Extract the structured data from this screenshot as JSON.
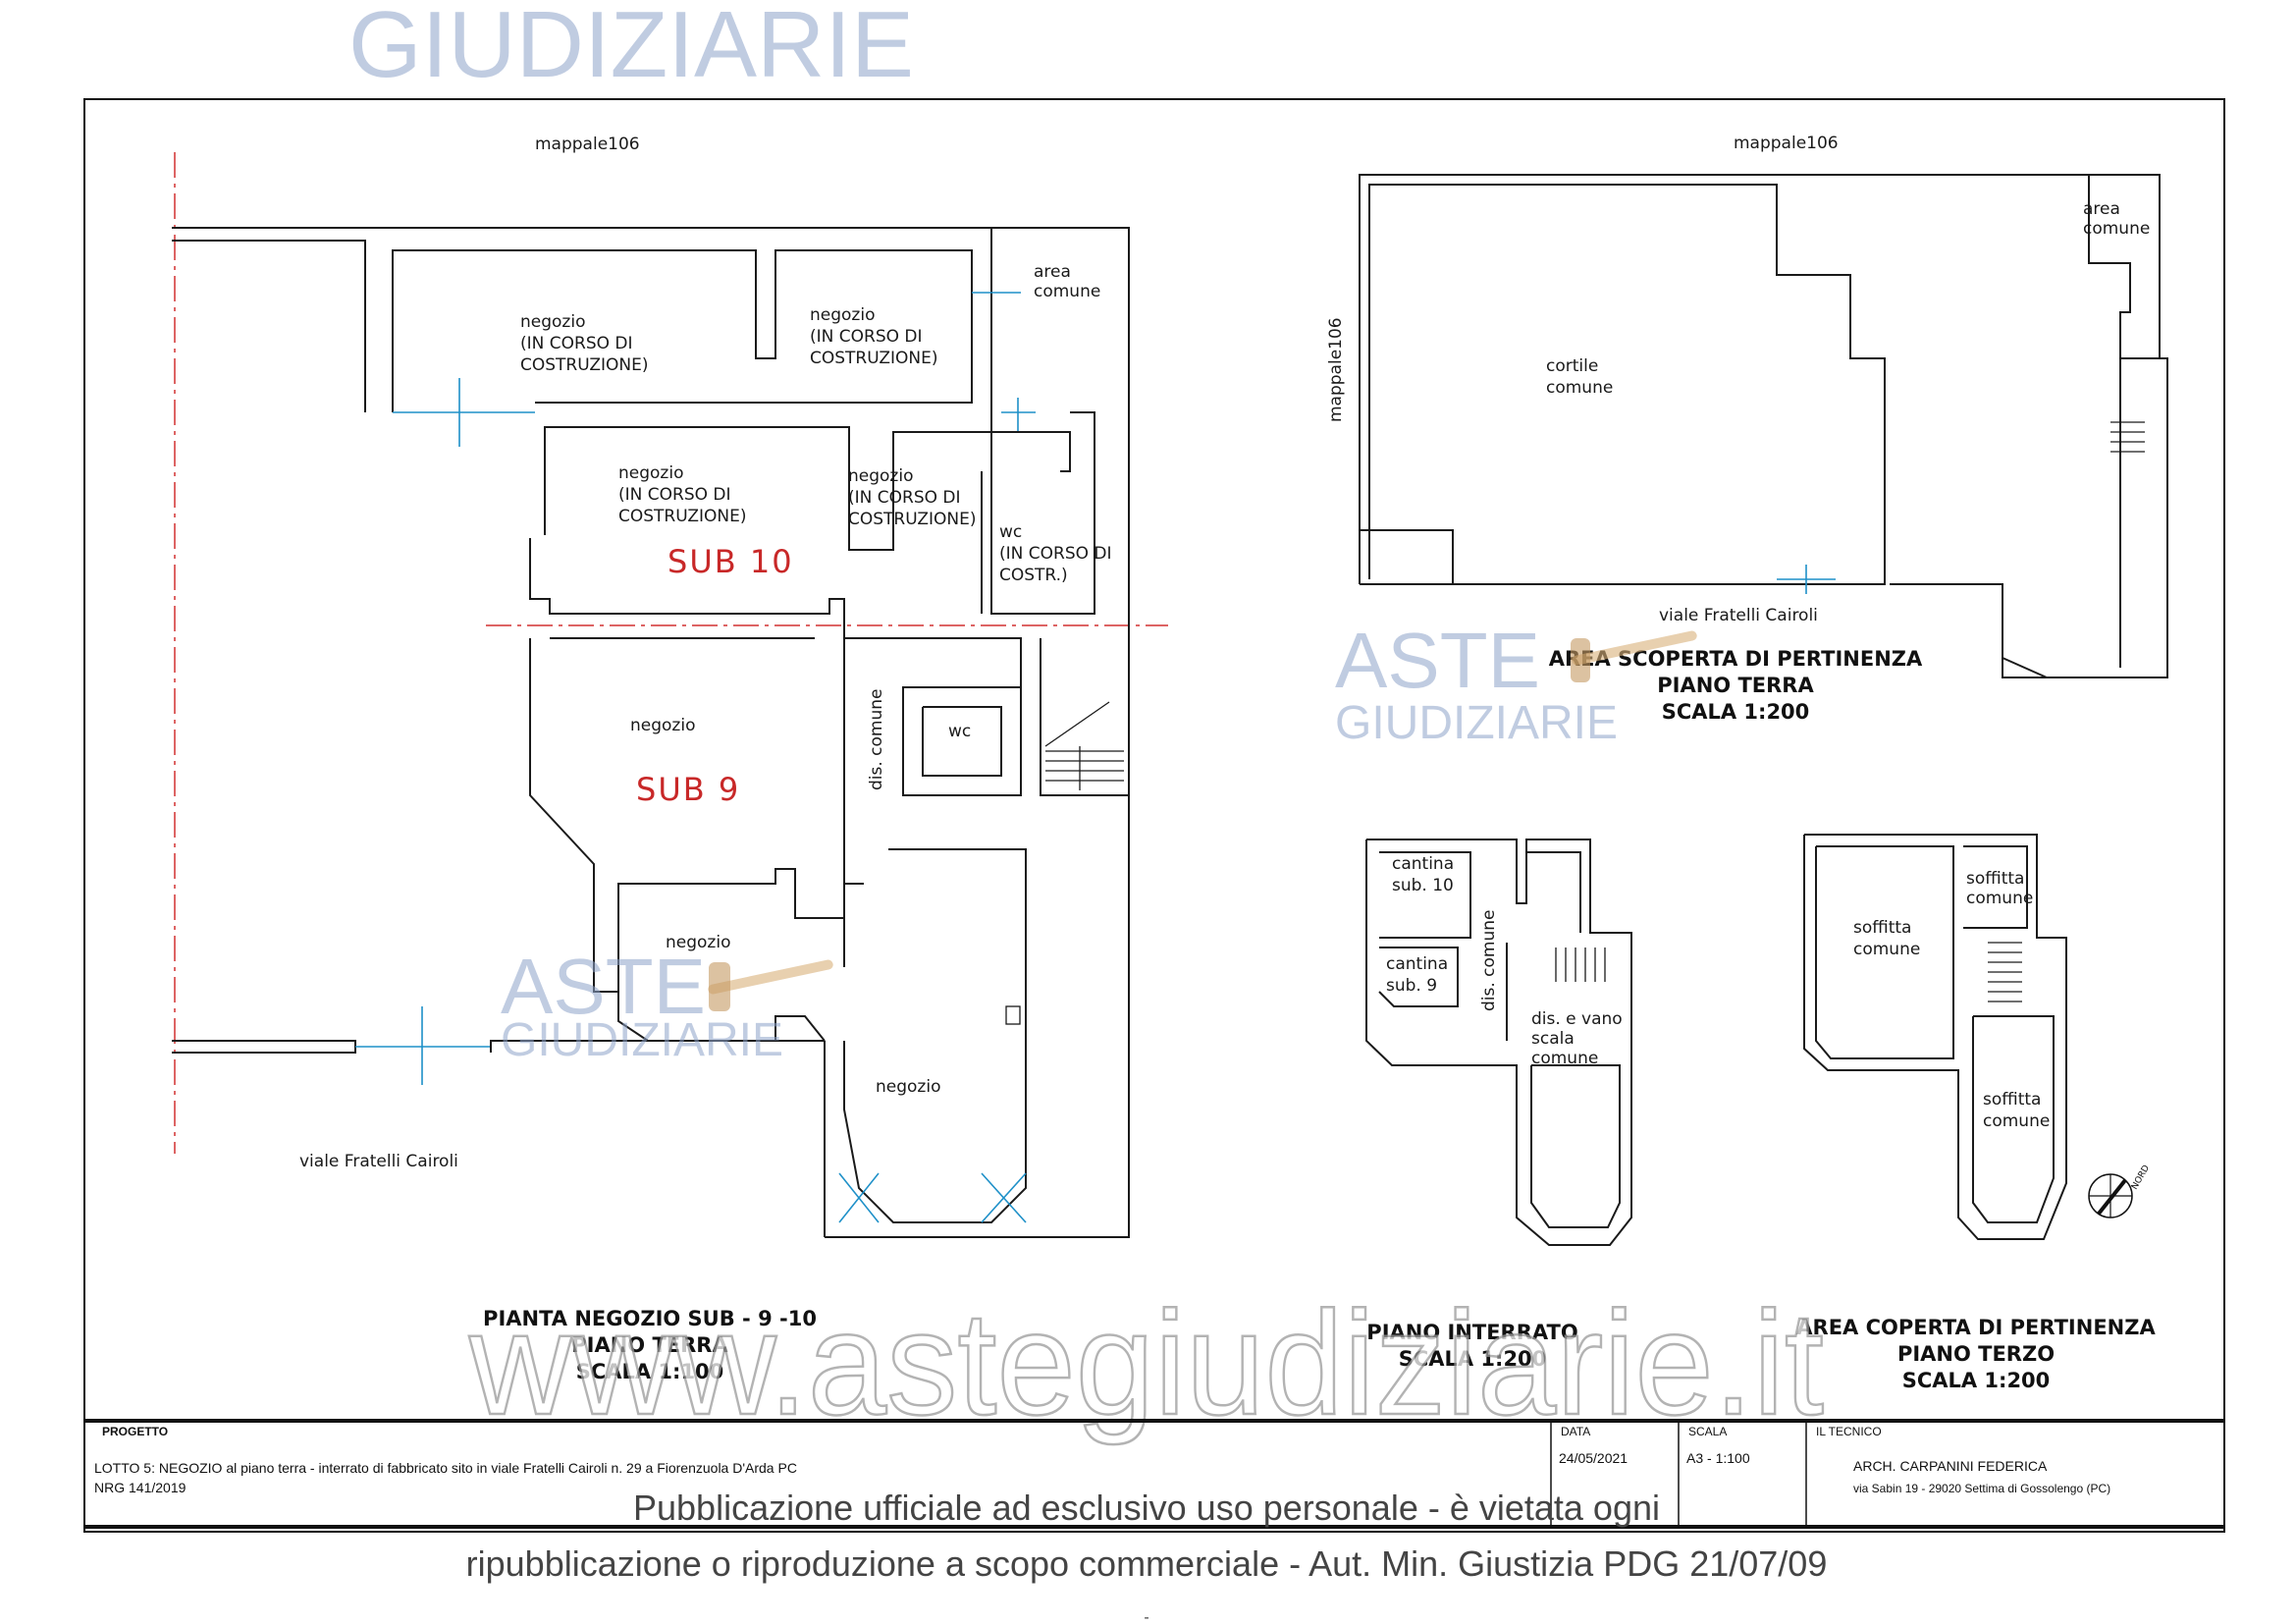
{
  "watermark": {
    "top_logo": "GIUDIZIARIE",
    "logo_aste": "ASTE",
    "logo_giudiziarie": "GIUDIZIARIE",
    "url": "www.astegiudiziarie.it",
    "notice_line1": "Pubblicazione ufficiale ad esclusivo uso personale - è vietata ogni",
    "notice_line2": "ripubblicazione o riproduzione a scopo commerciale - Aut. Min. Giustizia PDG 21/07/09"
  },
  "plan_left": {
    "mappale_top": "mappale106",
    "area_comune": [
      "area",
      "comune"
    ],
    "negozio_a": [
      "negozio",
      "(IN CORSO DI",
      "COSTRUZIONE)"
    ],
    "negozio_b": [
      "negozio",
      "(IN CORSO DI",
      "COSTRUZIONE)"
    ],
    "negozio_c": [
      "negozio",
      "(IN CORSO DI",
      "COSTRUZIONE)"
    ],
    "negozio_d": [
      "negozio",
      "(IN CORSO DI",
      "COSTRUZIONE)"
    ],
    "wc_top": [
      "wc",
      "(IN CORSO DI",
      "COSTR.)"
    ],
    "sub10": "SUB 10",
    "sub9": "SUB 9",
    "negozio_sub9": "negozio",
    "dis_comune": "dis. comune",
    "wc": "wc",
    "negozio_lower": "negozio",
    "negozio_bottom": "negozio",
    "street": "viale Fratelli Cairoli",
    "title": [
      "PIANTA NEGOZIO SUB - 9 -10",
      "PIANO TERRA",
      "SCALA 1:100"
    ]
  },
  "plan_area_scoperta": {
    "mappale_top": "mappale106",
    "mappale_side": "mappale106",
    "area_comune": [
      "area",
      "comune"
    ],
    "cortile": [
      "cortile",
      "comune"
    ],
    "street": "viale Fratelli Cairoli",
    "title": [
      "AREA SCOPERTA DI PERTINENZA",
      "PIANO TERRA",
      "SCALA 1:200"
    ]
  },
  "plan_interrato": {
    "cantina10": [
      "cantina",
      "sub. 10"
    ],
    "cantina9": [
      "cantina",
      "sub. 9"
    ],
    "dis_comune": "dis. comune",
    "scala": [
      "dis. e vano",
      "scala",
      "comune"
    ],
    "title": [
      "PIANO INTERRATO",
      "SCALA 1:200"
    ]
  },
  "plan_terzo": {
    "soffitta_a": [
      "soffitta",
      "comune"
    ],
    "soffitta_b": [
      "soffitta",
      "comune"
    ],
    "soffitta_c": [
      "soffitta",
      "comune"
    ],
    "north": "NORD",
    "title": [
      "AREA COPERTA DI PERTINENZA",
      "PIANO TERZO",
      "SCALA 1:200"
    ]
  },
  "title_block": {
    "progetto_label": "PROGETTO",
    "progetto_line1": "LOTTO 5: NEGOZIO al piano terra - interrato di fabbricato sito in viale Fratelli Cairoli n. 29 a  Fiorenzuola D'Arda PC",
    "progetto_line2": "NRG 141/2019",
    "data_label": "DATA",
    "data_value": "24/05/2021",
    "scala_label": "SCALA",
    "scala_value": "A3 - 1:100",
    "tecnico_label": "IL TECNICO",
    "tecnico_name": "ARCH. CARPANINI FEDERICA",
    "tecnico_address": "via Sabin 19 - 29020 Settima di Gossolengo (PC)"
  }
}
